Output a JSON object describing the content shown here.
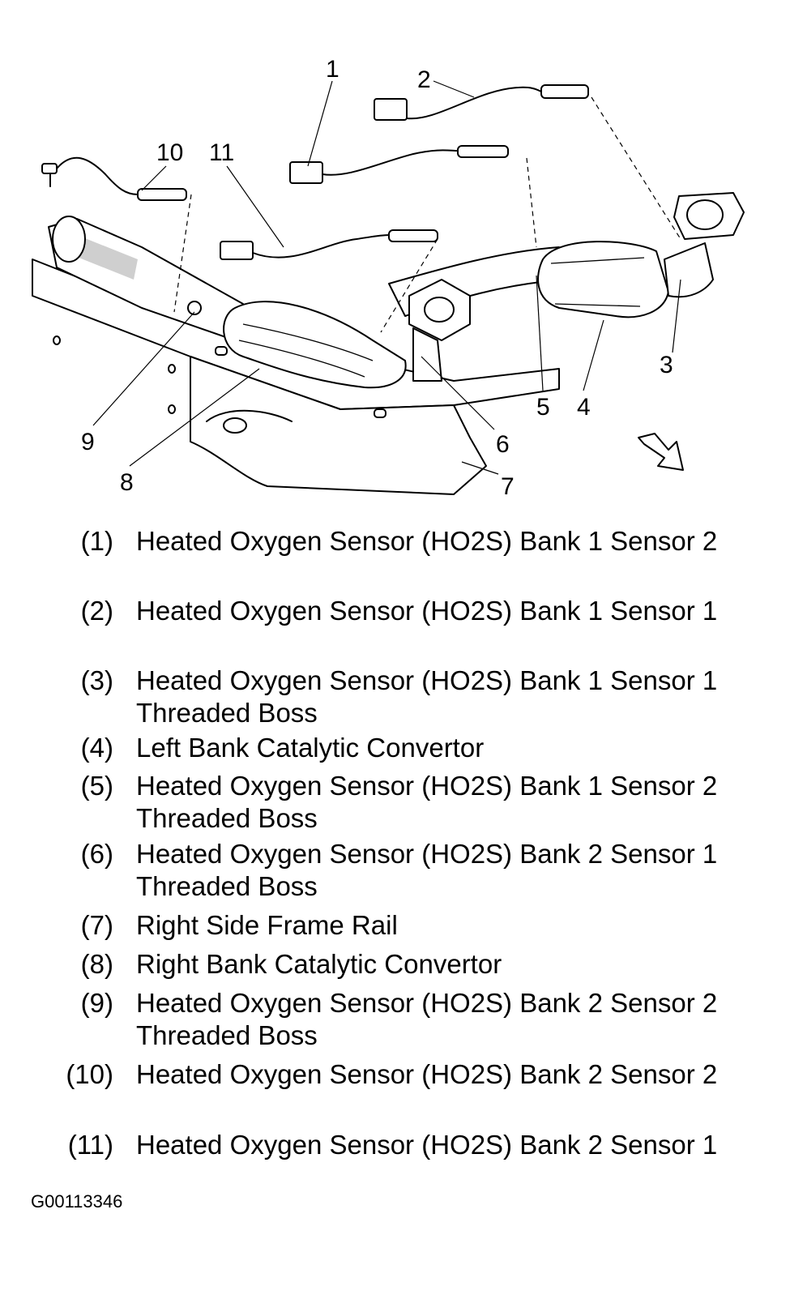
{
  "callouts": [
    "1",
    "2",
    "3",
    "4",
    "5",
    "6",
    "7",
    "8",
    "9",
    "10",
    "11"
  ],
  "legend": [
    {
      "num": "(1)",
      "text": "Heated Oxygen Sensor (HO2S) Bank 1 Sensor 2"
    },
    {
      "num": "(2)",
      "text": "Heated Oxygen Sensor (HO2S) Bank 1 Sensor 1"
    },
    {
      "num": "(3)",
      "text": "Heated Oxygen Sensor (HO2S) Bank 1 Sensor 1 Threaded Boss"
    },
    {
      "num": "(4)",
      "text": "Left Bank Catalytic Convertor"
    },
    {
      "num": "(5)",
      "text": "Heated Oxygen Sensor (HO2S) Bank 1 Sensor 2 Threaded Boss"
    },
    {
      "num": "(6)",
      "text": "Heated Oxygen Sensor (HO2S) Bank 2 Sensor 1 Threaded Boss"
    },
    {
      "num": "(7)",
      "text": "Right Side Frame Rail"
    },
    {
      "num": "(8)",
      "text": "Right Bank Catalytic Convertor"
    },
    {
      "num": "(9)",
      "text": "Heated Oxygen Sensor (HO2S) Bank 2 Sensor 2 Threaded Boss"
    },
    {
      "num": "(10)",
      "text": "Heated Oxygen Sensor (HO2S) Bank 2 Sensor 2"
    },
    {
      "num": "(11)",
      "text": "Heated Oxygen Sensor (HO2S) Bank 2 Sensor 1"
    }
  ],
  "figure_id": "G00113346"
}
